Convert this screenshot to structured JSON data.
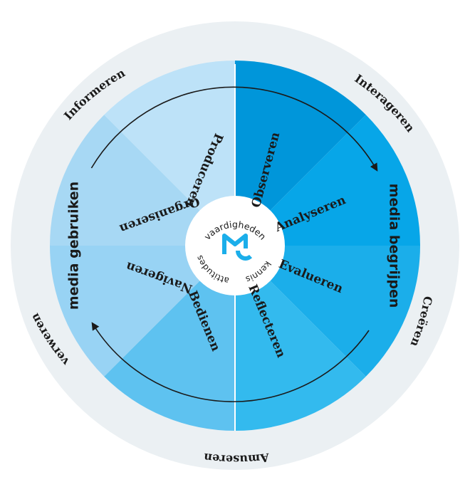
{
  "colors": {
    "outer_ring": "#EBF0F3",
    "segments": [
      "#0096DA",
      "#07A6E8",
      "#1BAEEA",
      "#33BAEE",
      "#5EC2F0",
      "#98D3F4",
      "#A7D8F4",
      "#BDE2F8"
    ],
    "line": "#1A1A1A",
    "logo": "#1BAEEA"
  },
  "outer_words": {
    "top_left": "Informeren",
    "top_right": "Interageren",
    "right": "Creëren",
    "bottom": "Amuseren",
    "left": "verweren"
  },
  "sections": {
    "left": "media gebruiken",
    "right": "media begrijpen"
  },
  "segment_labels": [
    "Observeren",
    "Analyseren",
    "Evalueren",
    "Reflecteren",
    "Bedienen",
    "Navigeren",
    "Organiseren",
    "Produceren"
  ],
  "center": {
    "top": "vaardigheden",
    "bottom_left": "attitudes",
    "bottom_right": "kennis",
    "logo_icon": "mediawijsheid-logo-icon"
  }
}
